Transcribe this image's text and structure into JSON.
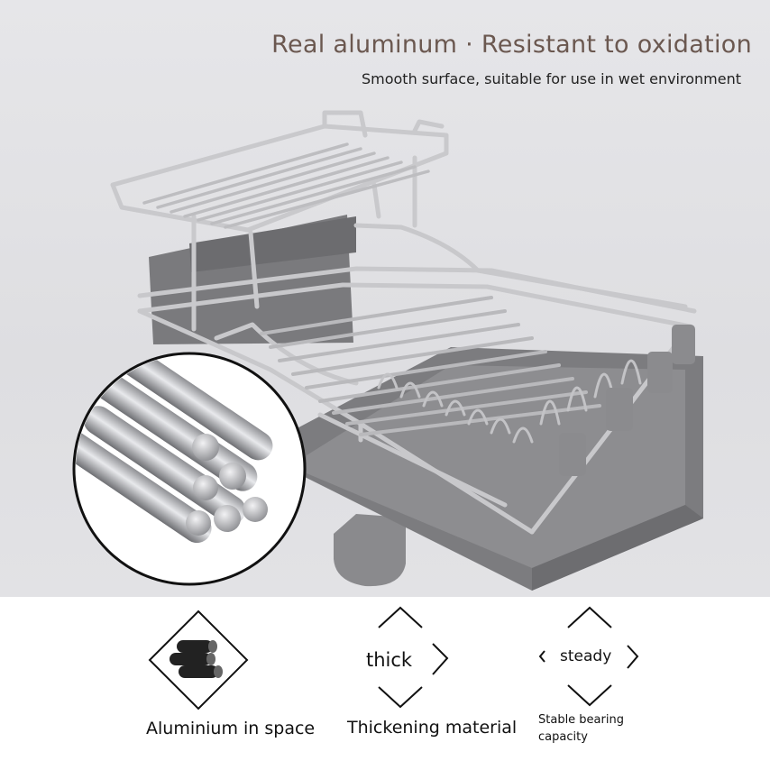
{
  "header": {
    "headline": "Real aluminum · Resistant to oxidation",
    "subline": "Smooth surface, suitable for use in wet environment"
  },
  "features": [
    {
      "label": "Aluminium in space"
    },
    {
      "word": "thick",
      "label": "Thickening material"
    },
    {
      "word": "steady",
      "label_line1": "Stable bearing",
      "label_line2": "capacity"
    }
  ],
  "colors": {
    "hero_bg": "#e2e2e5",
    "tray": "#7e7e80",
    "wire": "#c8c8cb",
    "headline": "#6b5850"
  }
}
